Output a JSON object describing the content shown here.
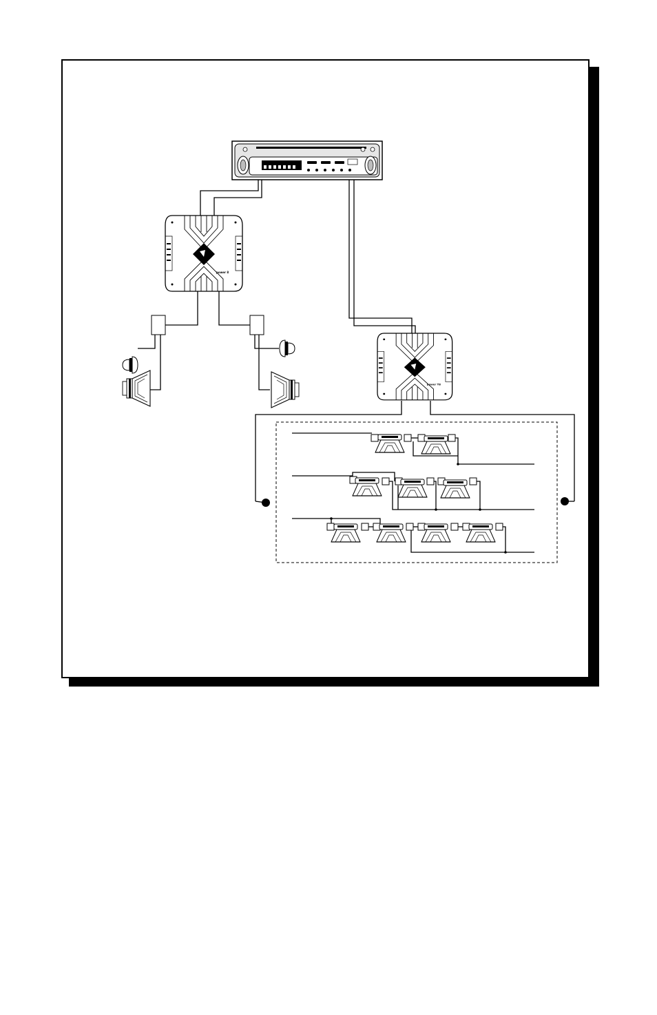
{
  "diagram": {
    "head_unit": {
      "icon": "car-stereo-head-unit-icon"
    },
    "amplifiers": [
      {
        "id": "amp-1",
        "icon": "amplifier-icon",
        "model_text": "power 8 ",
        "role": "component speakers"
      },
      {
        "id": "amp-2",
        "icon": "amplifier-icon",
        "model_text": "power T8 ",
        "role": "subwoofer array"
      }
    ],
    "component_sets": [
      {
        "side": "left",
        "icons": [
          "crossover-icon",
          "tweeter-icon",
          "woofer-icon"
        ]
      },
      {
        "side": "right",
        "icons": [
          "crossover-icon",
          "tweeter-icon",
          "woofer-icon"
        ]
      }
    ],
    "subwoofer_rows": [
      {
        "row": 1,
        "count": 2
      },
      {
        "row": 2,
        "count": 3
      },
      {
        "row": 3,
        "count": 4
      }
    ],
    "colors": {
      "line": "#000000",
      "fill": "#ffffff",
      "shadow": "#000000",
      "gray": "#d9d9d9"
    }
  }
}
